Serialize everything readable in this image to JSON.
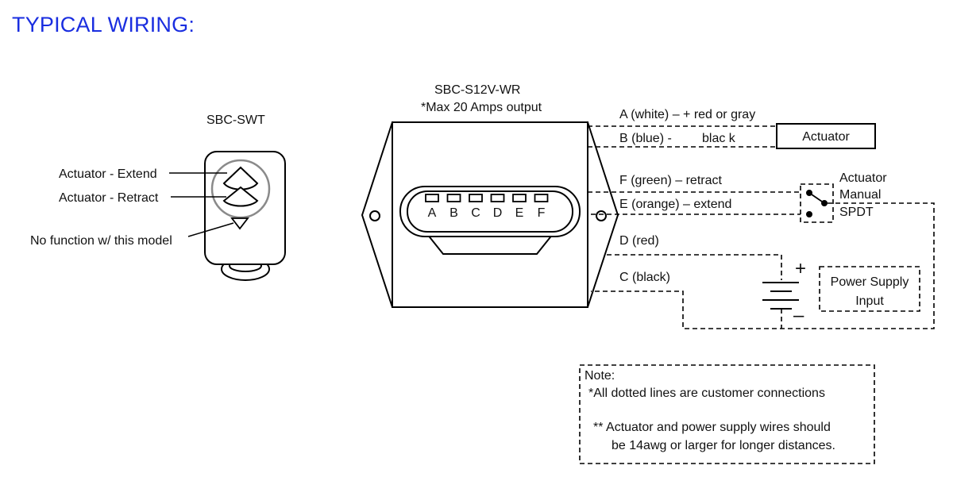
{
  "title": "TYPICAL WIRING:",
  "remote": {
    "name": "SBC-SWT",
    "labels": {
      "extend": "Actuator - Extend",
      "retract": "Actuator - Retract",
      "none": "No function w/ this model"
    }
  },
  "controller": {
    "name": "SBC-S12V-WR",
    "note": "*Max 20 Amps output",
    "pins": [
      "A",
      "B",
      "C",
      "D",
      "E",
      "F"
    ]
  },
  "wires": {
    "a": "A (white)  –  + red or gray",
    "b_left": "B (blue) -",
    "b_right": "blac k",
    "f": "F  (green) –  retract",
    "e": "E  (orange) – extend",
    "d": "D  (red)",
    "c": "C  (black)"
  },
  "actuator": "Actuator",
  "switch": {
    "line1": "Actuator",
    "line2": "Manual",
    "line3": "SPDT"
  },
  "power": {
    "line1": "Power Supply",
    "line2": "Input",
    "plus": "+",
    "minus": "–"
  },
  "note": {
    "heading": "Note:",
    "line1": "*All dotted lines are customer connections",
    "line2": "** Actuator and power supply wires should",
    "line3": "be 14awg or larger for longer distances."
  }
}
